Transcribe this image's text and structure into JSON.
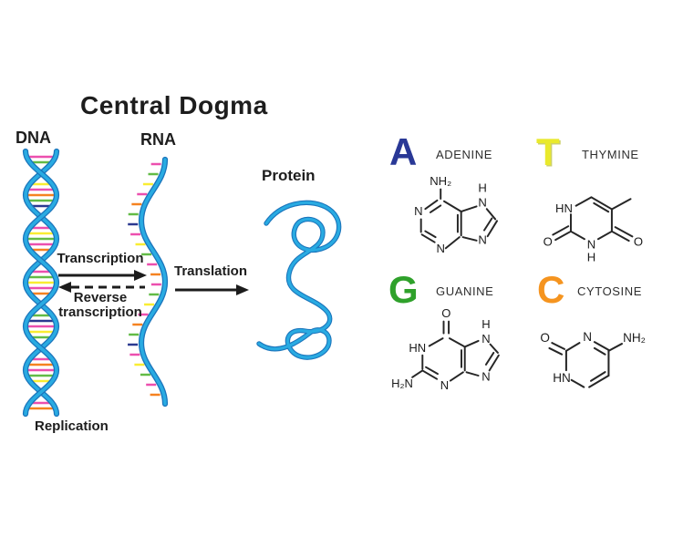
{
  "title": "Central Dogma",
  "diagram": {
    "dna_label": "DNA",
    "rna_label": "RNA",
    "protein_label": "Protein",
    "transcription_label": "Transcription",
    "reverse_transcription_line1": "Reverse",
    "reverse_transcription_line2": "transcription",
    "translation_label": "Translation",
    "replication_label": "Replication"
  },
  "colors": {
    "strand_blue": "#29abe2",
    "strand_blue_dark": "#1b75bc",
    "rung_palette": [
      "#ec4fae",
      "#62bb46",
      "#f9ed32",
      "#ec4fae",
      "#f58220",
      "#62bb46",
      "#2b3990",
      "#ec4fae",
      "#f9ed32",
      "#62bb46",
      "#ec4fae",
      "#f58220"
    ],
    "text_ink": "#231f20"
  },
  "bases": [
    {
      "letter": "A",
      "letter_color": "#293896",
      "name": "ADENINE",
      "atoms": {
        "nh2": "NH₂",
        "n1": "N",
        "n3": "N",
        "h7": "H",
        "n7": "N",
        "n9": "N"
      }
    },
    {
      "letter": "T",
      "letter_color": "#e9e92c",
      "name": "THYMINE",
      "atoms": {
        "hn1": "HN",
        "o2": "O",
        "o4": "O",
        "n3": "N",
        "h3": "H"
      }
    },
    {
      "letter": "G",
      "letter_color": "#2fa12b",
      "name": "GUANINE",
      "atoms": {
        "o6": "O",
        "hn1": "HN",
        "h2n": "H₂N",
        "n3": "N",
        "h7": "H",
        "n7": "N",
        "n9": "N"
      }
    },
    {
      "letter": "C",
      "letter_color": "#f5941f",
      "name": "CYTOSINE",
      "atoms": {
        "o2": "O",
        "n3": "N",
        "nh2": "NH₂",
        "hn1": "HN"
      }
    }
  ]
}
